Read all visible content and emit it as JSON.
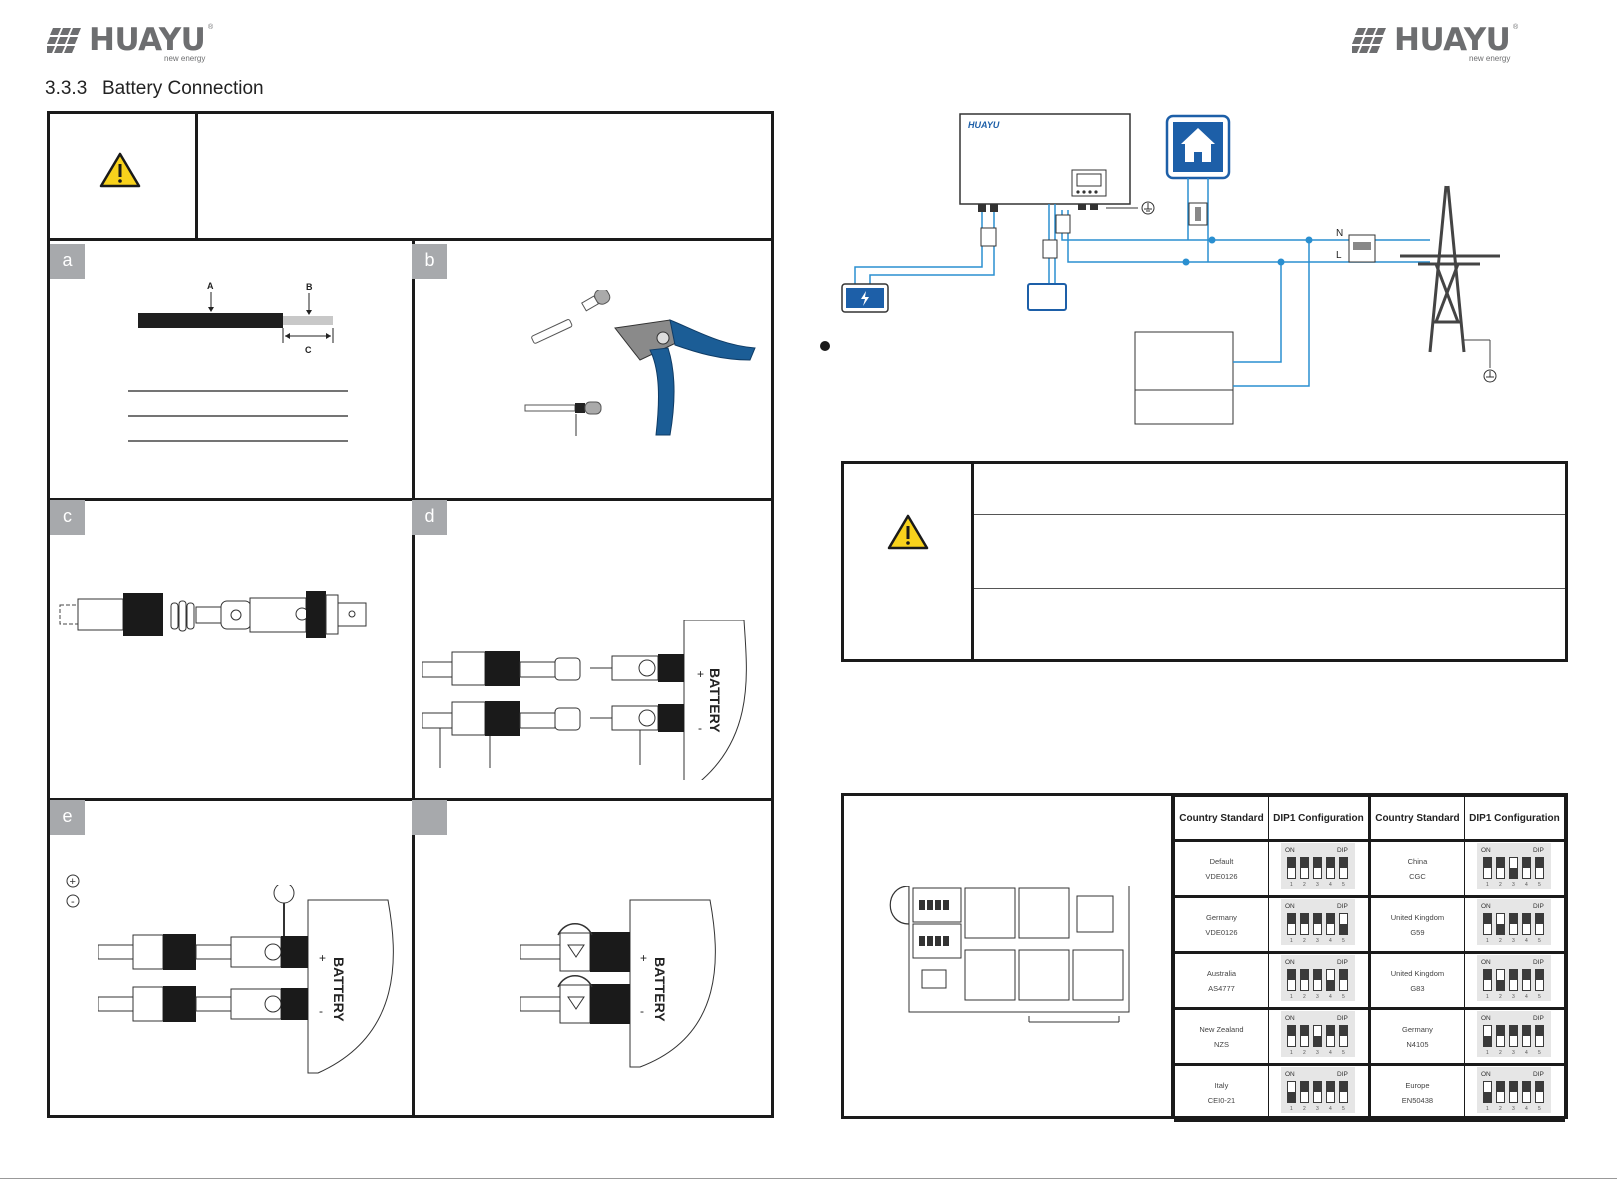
{
  "header": {
    "brand": "HUAYU",
    "tagline": "new energy",
    "registered_mark": "®"
  },
  "section": {
    "number": "3.3.3",
    "title": "Battery Connection"
  },
  "steps": {
    "a": "a",
    "b": "b",
    "c": "c",
    "d": "d",
    "e": "e"
  },
  "cable_labels": {
    "a": "A",
    "b": "B",
    "c": "C"
  },
  "terminal": {
    "battery": "BATTERY",
    "plus": "+",
    "minus": "-"
  },
  "polarity_symbols": {
    "plus": "+",
    "minus": "-"
  },
  "wiring": {
    "inverter_brand": "HUAYU",
    "neutral": "N",
    "line": "L"
  },
  "dip_table": {
    "headers": [
      "Country Standard",
      "DIP1 Configuration",
      "Country Standard",
      "DIP1 Configuration"
    ],
    "switch_on": "ON",
    "switch_dip": "DIP",
    "switch_numbers": [
      "1",
      "2",
      "3",
      "4",
      "5"
    ],
    "rows": [
      [
        {
          "name": "Default",
          "code": "VDE0126",
          "on": [
            false,
            false,
            false,
            false,
            false
          ]
        },
        {
          "name": "China",
          "code": "CGC",
          "on": [
            false,
            false,
            true,
            false,
            false
          ]
        }
      ],
      [
        {
          "name": "Germany",
          "code": "VDE0126",
          "on": [
            false,
            false,
            false,
            false,
            true
          ]
        },
        {
          "name": "United Kingdom",
          "code": "G59",
          "on": [
            false,
            true,
            false,
            false,
            false
          ]
        }
      ],
      [
        {
          "name": "Australia",
          "code": "AS4777",
          "on": [
            false,
            false,
            false,
            true,
            false
          ]
        },
        {
          "name": "United Kingdom",
          "code": "G83",
          "on": [
            false,
            true,
            false,
            false,
            false
          ]
        }
      ],
      [
        {
          "name": "New Zealand",
          "code": "NZS",
          "on": [
            false,
            false,
            true,
            false,
            false
          ]
        },
        {
          "name": "Germany",
          "code": "N4105",
          "on": [
            true,
            false,
            false,
            false,
            false
          ]
        }
      ],
      [
        {
          "name": "Italy",
          "code": "CEI0-21",
          "on": [
            true,
            false,
            false,
            false,
            false
          ]
        },
        {
          "name": "Europe",
          "code": "EN50438",
          "on": [
            true,
            false,
            false,
            false,
            false
          ]
        }
      ]
    ]
  },
  "colors": {
    "wire_blue": "#2a8fd0",
    "brand_blue": "#1d5fa8",
    "plier_blue": "#1b5d96",
    "warning_yellow": "#f8d21c",
    "step_label_gray": "#a7a9ac"
  }
}
